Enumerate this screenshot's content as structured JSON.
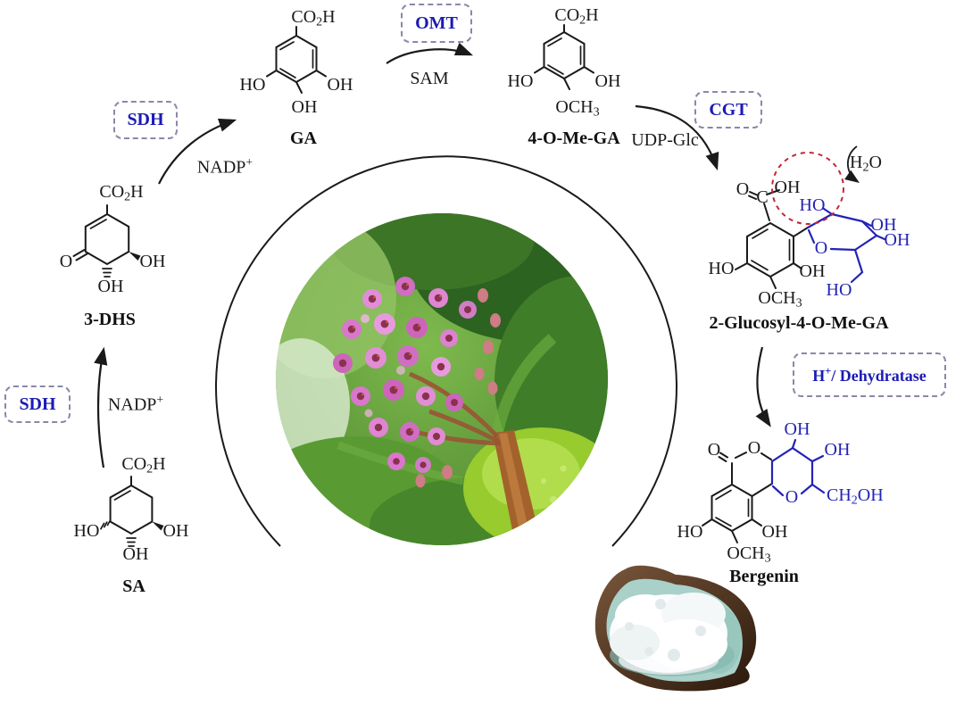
{
  "colors": {
    "enzyme_blue": "#1b1bb5",
    "structure_blue": "#2323b5",
    "bond_black": "#1a1a1a",
    "highlight_red_dashed": "#c22733",
    "box_border": "#8888aa",
    "background": "#ffffff"
  },
  "enzymes": {
    "sdh_upper": "SDH",
    "omt": "OMT",
    "cgt": "CGT",
    "sdh_lower": "SDH",
    "dehydratase": "H+/ Dehydratase"
  },
  "cofactors": {
    "nadp_upper": "NADP+",
    "sam": "SAM",
    "udp_glc": "UDP-Glc",
    "nadp_lower": "NADP+",
    "water": "H2O"
  },
  "molecules": {
    "ga": {
      "name": "GA",
      "labels": {
        "co2h": "CO2H",
        "ho": "HO",
        "oh_right": "OH",
        "oh_bottom": "OH"
      }
    },
    "me_ga": {
      "name": "4-O-Me-GA",
      "labels": {
        "co2h": "CO2H",
        "ho": "HO",
        "oh_right": "OH",
        "och3": "OCH3"
      }
    },
    "dhs": {
      "name": "3-DHS",
      "labels": {
        "co2h": "CO2H",
        "o_ketone": "O",
        "oh_bottom": "OH",
        "oh_right": "OH"
      }
    },
    "sa": {
      "name": "SA",
      "labels": {
        "co2h": "CO2H",
        "ho": "HO",
        "oh_bottom": "OH",
        "oh_right": "OH"
      }
    },
    "glc_me_ga": {
      "name": "2-Glucosyl-4-O-Me-GA",
      "labels": {
        "o_carbonyl": "O",
        "c": "C",
        "oh_acid": "OH",
        "ho_left": "HO",
        "oh_ring": "OH",
        "och3": "OCH3",
        "ho_glc": "HO",
        "oh_glc1": "OH",
        "oh_glc2": "OH",
        "o_pyran": "O",
        "ho_ch2": "HO"
      }
    },
    "bergenin": {
      "name": "Bergenin",
      "labels": {
        "o_carbonyl": "O",
        "o_ester": "O",
        "oh_top": "OH",
        "oh_right": "OH",
        "ch2oh": "CH2OH",
        "o_pyran": "O",
        "ho_left": "HO",
        "oh_phenol": "OH",
        "och3": "OCH3"
      }
    }
  }
}
